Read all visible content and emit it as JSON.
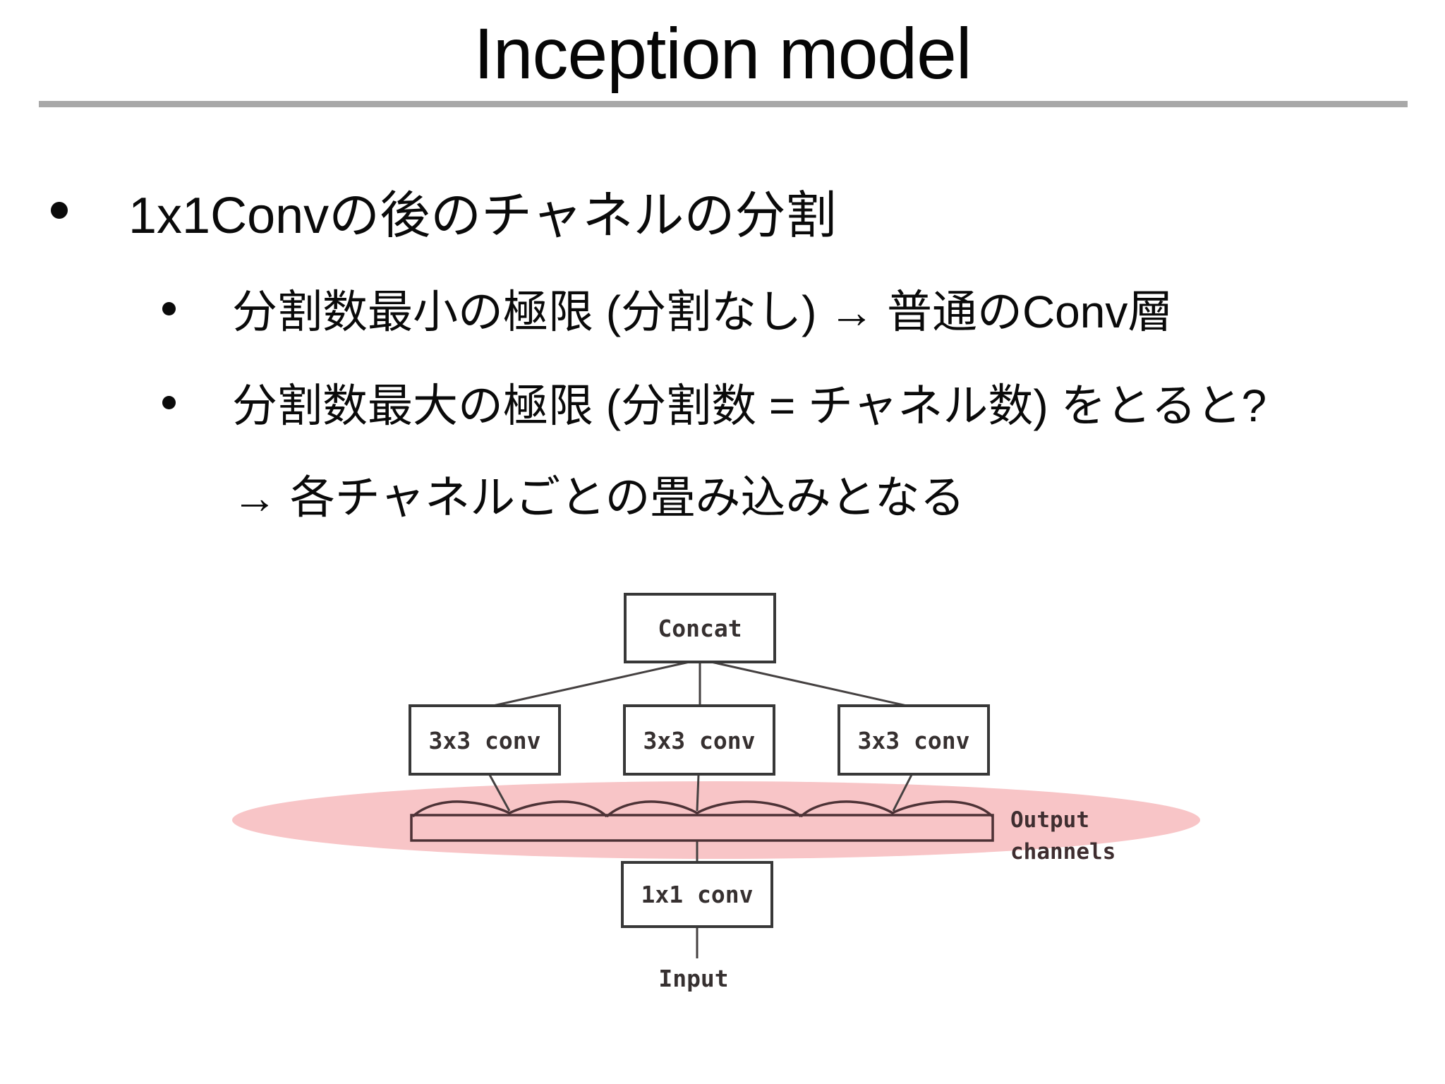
{
  "slide": {
    "title": "Inception model",
    "bullets": [
      {
        "level": 1,
        "text": "1x1Convの後のチャネルの分割"
      },
      {
        "level": 2,
        "text": "分割数最小の極限 (分割なし) → 普通のConv層"
      },
      {
        "level": 2,
        "text": "分割数最大の極限 (分割数 = チャネル数) をとると?"
      },
      {
        "level": 2,
        "text": "→ 各チャネルごとの畳み込みとなる"
      }
    ]
  },
  "diagram": {
    "concat_label": "Concat",
    "conv3x3_left_label": "3x3 conv",
    "conv3x3_mid_label": "3x3 conv",
    "conv3x3_right_label": "3x3 conv",
    "conv1x1_label": "1x1 conv",
    "input_label": "Input",
    "output_channels_line1": "Output",
    "output_channels_line2": "channels",
    "highlight_color": "#f8c5c7"
  }
}
